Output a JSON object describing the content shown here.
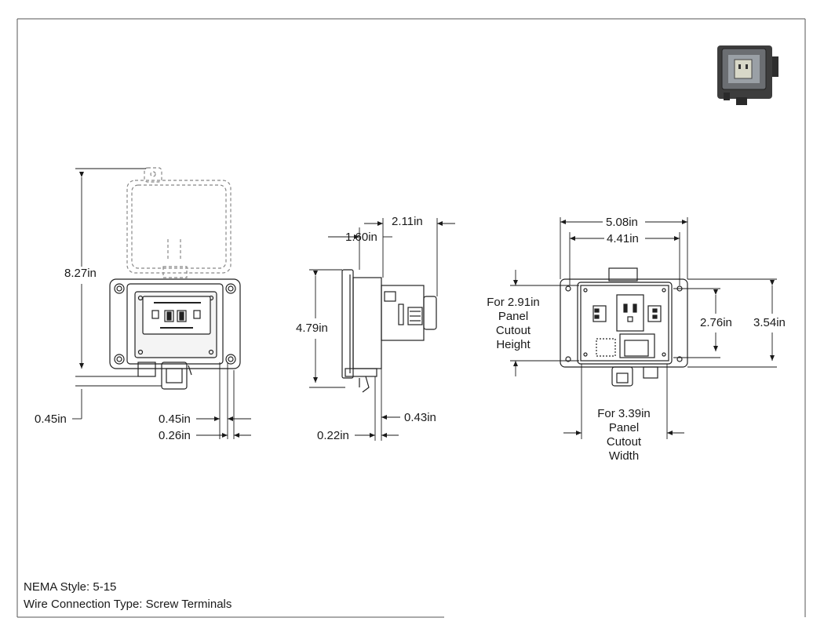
{
  "dimensions": {
    "front_total_height": "8.27in",
    "front_bottom_offset": "0.45in",
    "front_flange_a": "0.45in",
    "front_flange_b": "0.26in",
    "side_total_depth": "2.11in",
    "side_flange_depth": "1.60in",
    "side_height": "4.79in",
    "side_lip": "0.43in",
    "side_base": "0.22in",
    "rear_total_width": "5.08in",
    "rear_inner_width": "4.41in",
    "rear_inner_height": "2.76in",
    "rear_total_height": "3.54in"
  },
  "cutout_height_label": [
    "For 2.91in",
    "Panel",
    "Cutout",
    "Height"
  ],
  "cutout_width_label": [
    "For 3.39in",
    "Panel",
    "Cutout",
    "Width"
  ],
  "notes": {
    "nema_style": "NEMA Style: 5-15",
    "wire_connection": "Wire Connection Type: Screw Terminals"
  },
  "thumbnail": {
    "name": "product-render-thumbnail"
  }
}
